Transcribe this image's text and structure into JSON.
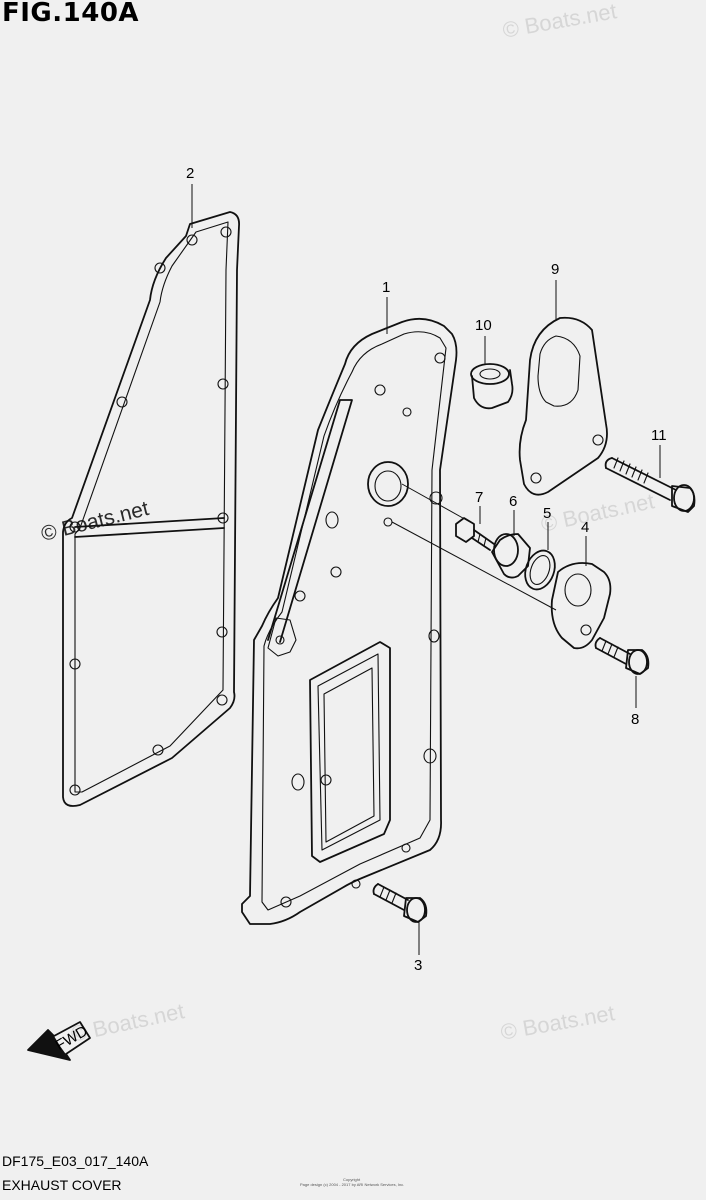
{
  "figure": {
    "title": "FIG.140A",
    "code": "DF175_E03_017_140A",
    "name": "EXHAUST COVER",
    "fwd_label": "FWD"
  },
  "watermarks": {
    "top": "© Boats.net",
    "mid": "© Boats.net",
    "right": "© Boats.net",
    "bottom_left": "© Boats.net",
    "bottom_right": "© Boats.net"
  },
  "copyright": {
    "line1": "Copyright",
    "line2": "Page design (c) 2004 - 2017 by ARI Network Services, Inc."
  },
  "callouts": [
    "1",
    "2",
    "3",
    "4",
    "5",
    "6",
    "7",
    "8",
    "9",
    "10",
    "11"
  ],
  "colors": {
    "background": "#f0f0f0",
    "line": "#111111"
  }
}
